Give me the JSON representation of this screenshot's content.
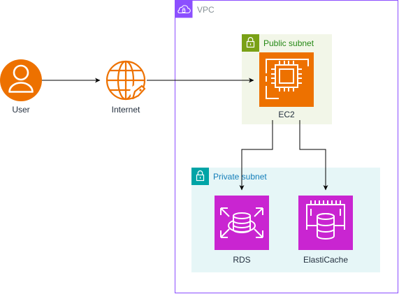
{
  "vpc": {
    "label": "VPC",
    "border_color": "#8c4fff",
    "label_color": "#879196"
  },
  "public_subnet": {
    "label": "Public subnet",
    "fill": "#f2f6e8",
    "accent": "#7aa116",
    "label_color": "#248814"
  },
  "private_subnet": {
    "label": "Private subnet",
    "fill": "#e6f6f7",
    "accent": "#00a4a6",
    "label_color": "#147eba"
  },
  "nodes": {
    "user": {
      "label": "User",
      "color": "#ed7100",
      "icon": "user-icon"
    },
    "internet": {
      "label": "Internet",
      "color": "#ed7100",
      "icon": "internet-globe-icon"
    },
    "ec2": {
      "label": "EC2",
      "color": "#ed7100",
      "icon": "ec2-instance-icon"
    },
    "rds": {
      "label": "RDS",
      "color": "#c925d1",
      "icon": "rds-database-icon"
    },
    "elasticache": {
      "label": "ElastiCache",
      "color": "#c925d1",
      "icon": "elasticache-icon"
    }
  },
  "edges": [
    {
      "from": "User",
      "to": "Internet"
    },
    {
      "from": "Internet",
      "to": "EC2"
    },
    {
      "from": "EC2",
      "to": "RDS"
    },
    {
      "from": "EC2",
      "to": "ElastiCache"
    }
  ]
}
